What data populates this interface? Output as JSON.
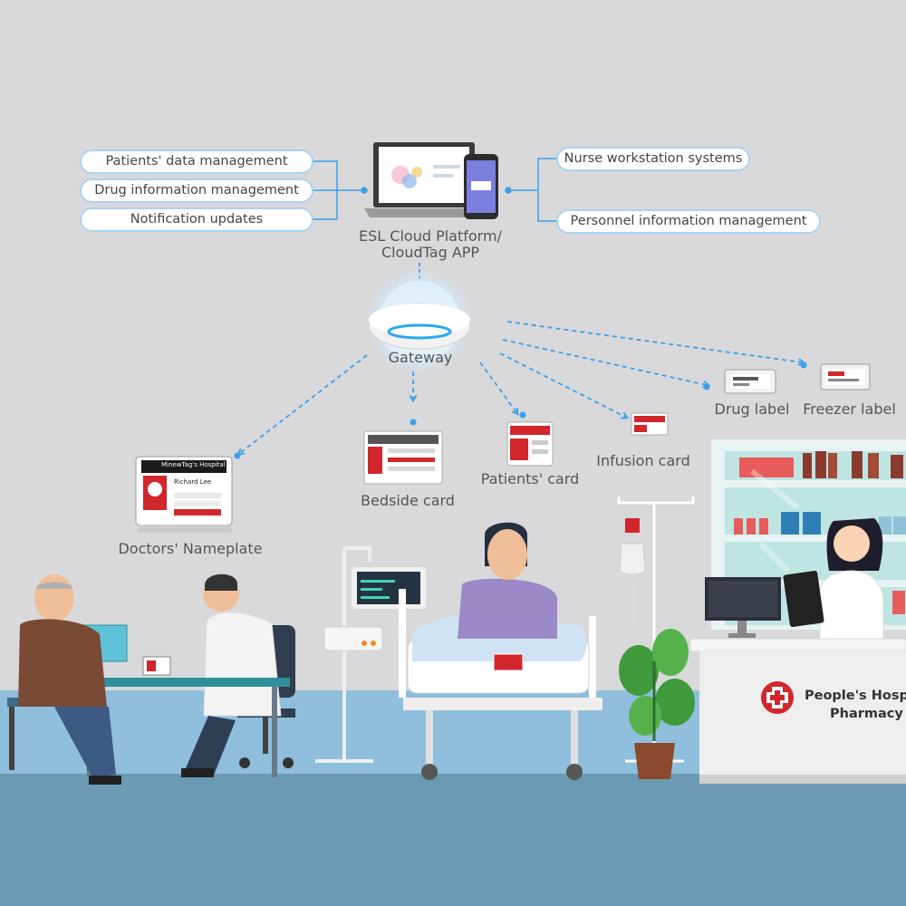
{
  "left_functions": [
    "Patients' data management",
    "Drug information management",
    "Notification updates"
  ],
  "right_functions": [
    "Nurse workstation systems",
    "Personnel information management"
  ],
  "platform": {
    "line1": "ESL Cloud Platform/",
    "line2": "CloudTag APP"
  },
  "gateway": "Gateway",
  "labels": {
    "doctors_nameplate": "Doctors' Nameplate",
    "bedside_card": "Bedside card",
    "patients_card": "Patients' card",
    "infusion_card": "Infusion card",
    "drug_label": "Drug label",
    "freezer_label": "Freezer label"
  },
  "pharmacy": {
    "line1": "People's Hospital",
    "line2": "Pharmacy"
  },
  "nameplate": {
    "header": "MinewTag's Hospital",
    "name": "Richard Lee"
  },
  "colors": {
    "accent_blue": "#3aa0e8",
    "tag_red": "#d0262c",
    "background": "#d9d9db",
    "floor": "#6b9ab3"
  }
}
